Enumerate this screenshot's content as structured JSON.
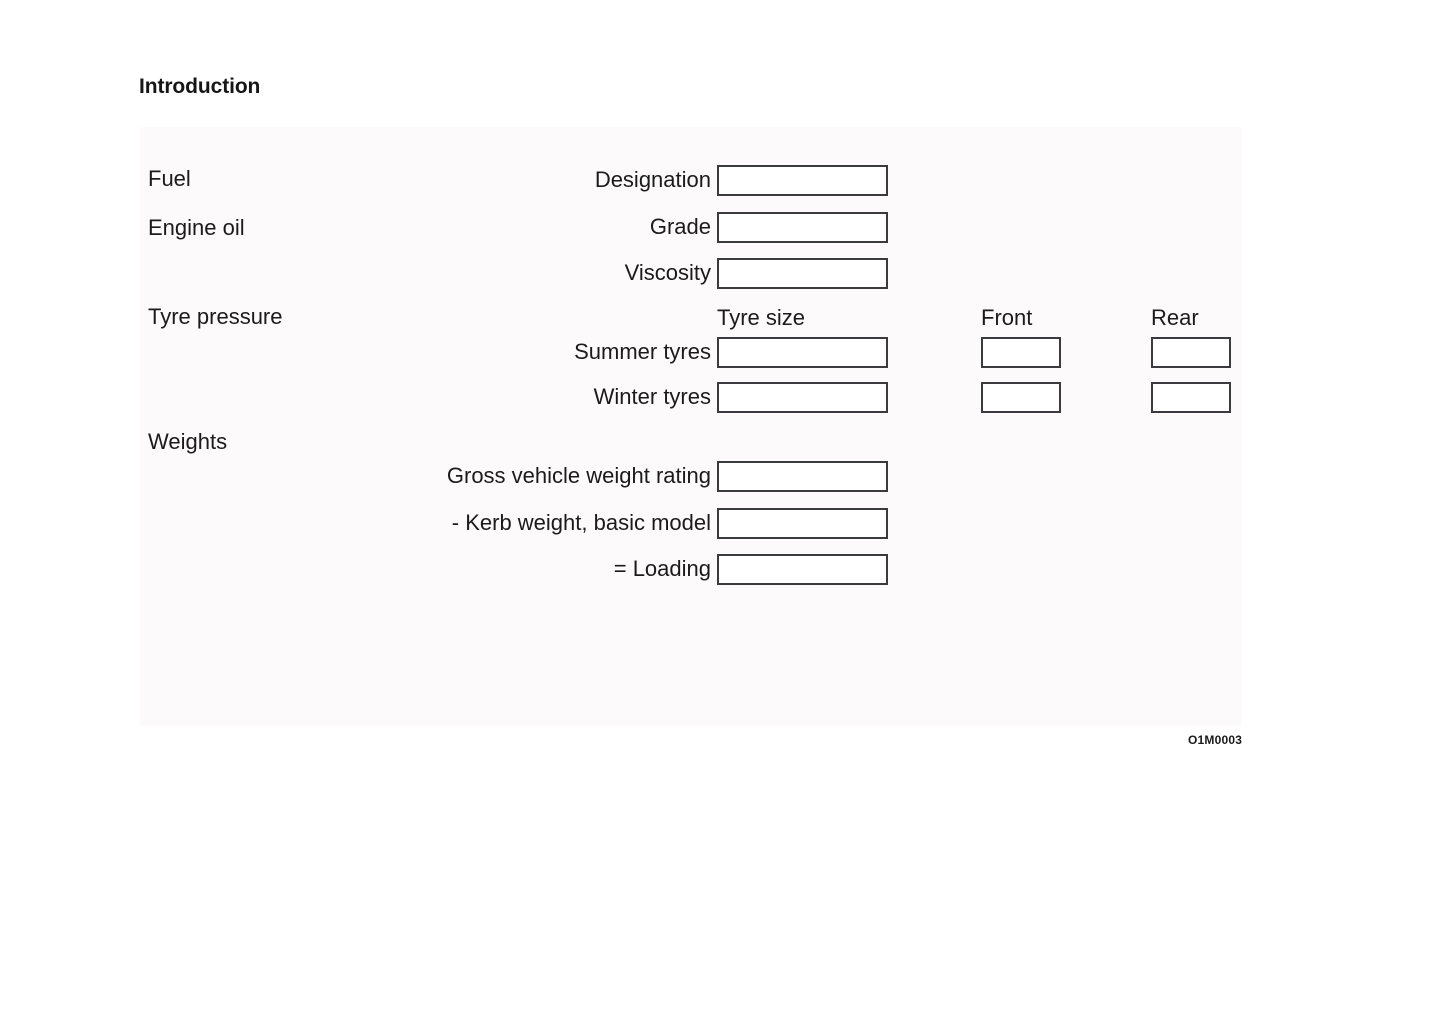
{
  "page": {
    "title": "Introduction",
    "figure_code": "O1M0003",
    "accent_border_color": "#3b3b3f",
    "panel_background": "#fcfafb",
    "text_color": "#1b1b1b"
  },
  "form": {
    "sections": [
      {
        "label": "Fuel"
      },
      {
        "label": "Engine oil"
      },
      {
        "label": "Tyre pressure"
      },
      {
        "label": "Weights"
      }
    ],
    "column_headers": {
      "tyre_size": "Tyre size",
      "front": "Front",
      "rear": "Rear"
    },
    "rows": {
      "designation": {
        "label": "Designation",
        "value": "",
        "placeholder": ""
      },
      "grade": {
        "label": "Grade",
        "value": "",
        "placeholder": ""
      },
      "viscosity": {
        "label": "Viscosity",
        "value": "",
        "placeholder": ""
      },
      "summer_tyres": {
        "label": "Summer tyres",
        "size_value": "",
        "size_placeholder": "",
        "front_value": "",
        "front_placeholder": "",
        "rear_value": "",
        "rear_placeholder": ""
      },
      "winter_tyres": {
        "label": "Winter tyres",
        "size_value": "",
        "size_placeholder": "",
        "front_value": "",
        "front_placeholder": "",
        "rear_value": "",
        "rear_placeholder": ""
      },
      "gross_vehicle_weight_rating": {
        "label": "Gross vehicle weight rating",
        "value": "",
        "placeholder": ""
      },
      "kerb_weight": {
        "label": "- Kerb weight, basic model",
        "value": "",
        "placeholder": ""
      },
      "loading": {
        "label": "= Loading",
        "value": "",
        "placeholder": ""
      }
    }
  }
}
